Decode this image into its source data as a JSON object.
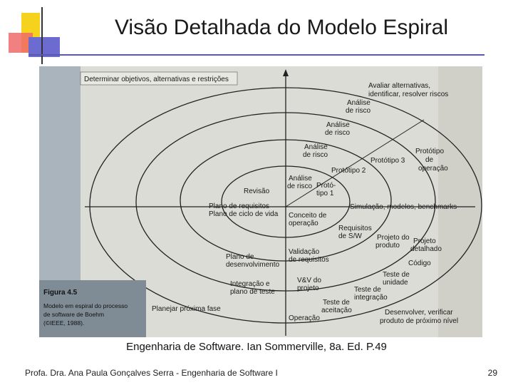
{
  "slide": {
    "title": "Visão Detalhada do Modelo Espiral",
    "caption": "Engenharia de Software. Ian Sommerville, 8a. Ed. P.49",
    "footer": "Profa. Dra. Ana Paula Gonçalves Serra - Engenharia de Software I",
    "page_number": "29"
  },
  "figure": {
    "quadrants": {
      "top_left": "Determinar objetivos, alternativas e restrições",
      "top_right": [
        "Avaliar alternativas,",
        "identificar, resolver riscos"
      ],
      "bottom_left": "Planejar próxima fase",
      "bottom_right": [
        "Desenvolver, verificar",
        "produto de próximo nível"
      ]
    },
    "risk_analysis": [
      [
        "Análise",
        "de risco"
      ],
      [
        "Análise",
        "de risco"
      ],
      [
        "Análise",
        "de risco"
      ],
      [
        "Análise",
        "de risco"
      ]
    ],
    "prototypes": {
      "p1": [
        "Protó-",
        "tipo 1"
      ],
      "p2": "Protótipo 2",
      "p3": "Protótipo 3",
      "operational": [
        "Protótipo",
        "de",
        "operação"
      ]
    },
    "revisao": "Revisão",
    "plans": [
      "Plano de requisitos",
      "Plano de ciclo de vida"
    ],
    "dev_plan": [
      "Plano de",
      "desenvolvimento"
    ],
    "integration_plan": [
      "Integração e",
      "plano de teste"
    ],
    "simulation": "Simulação, modelos, benchmarks",
    "concept": [
      "Conceito de",
      "operação"
    ],
    "sw_requirements": [
      "Requisitos",
      "de S/W"
    ],
    "req_validation": [
      "Validação",
      "de requisitos"
    ],
    "product_design": [
      "Projeto do",
      "produto"
    ],
    "detailed_design": [
      "Projeto",
      "detalhado"
    ],
    "code": "Código",
    "vv": [
      "V&V do",
      "projeto"
    ],
    "unit_test": [
      "Teste de",
      "unidade"
    ],
    "integration_test": [
      "Teste de",
      "integração"
    ],
    "acceptance_test": [
      "Teste de",
      "aceitação"
    ],
    "operation": "Operação",
    "figure_label": "Figura 4.5",
    "figure_desc": [
      "Modelo em espiral do processo",
      "de software de Boehm",
      "(©IEEE, 1988)."
    ]
  }
}
